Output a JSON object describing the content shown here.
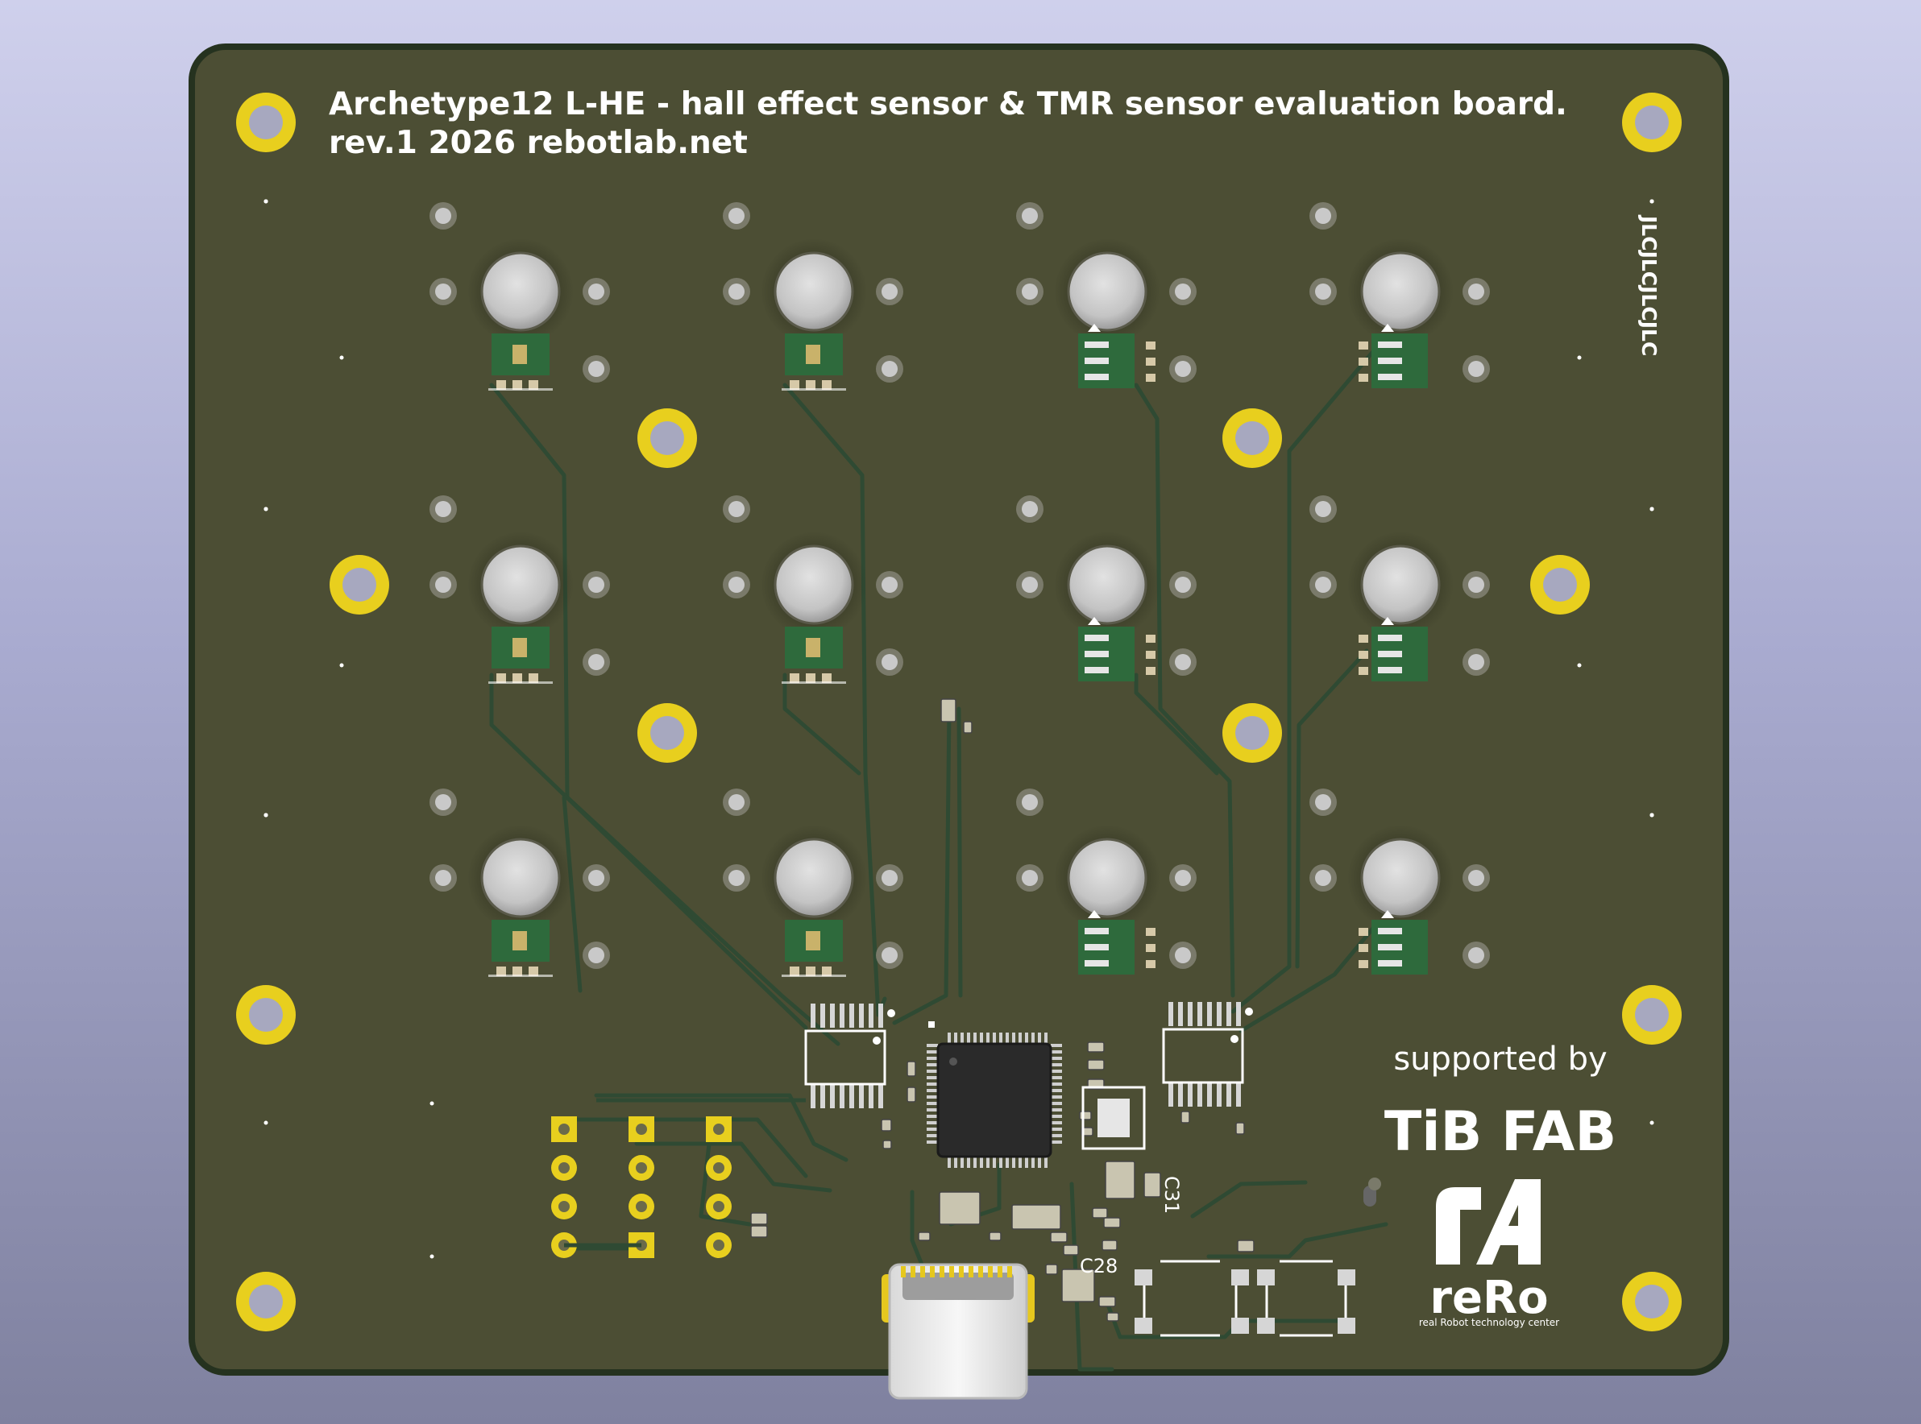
{
  "board": {
    "title_line1": "Archetype12 L-HE - hall effect sensor & TMR sensor evaluation board.",
    "title_line2": "rev.1 2026 rebotlab.net",
    "side_mark": "JLCJLCJLCJLC"
  },
  "silkscreen": {
    "c31": "C31",
    "c28": "C28"
  },
  "sponsor": {
    "supported_by": "supported by",
    "tib_fab": "TiB FAB",
    "rero_wordmark": "reRo",
    "rero_tagline": "real Robot technology center"
  },
  "colors": {
    "soldermask": "#4c4e34",
    "board_edge": "#25321f",
    "trace": "#2f4a33",
    "copper_pad": "#e8cf1e",
    "silk": "#ffffff",
    "led": "#cfcfcf"
  },
  "icons": {
    "rero_logo": "rA-logo-icon",
    "usb": "usb-c-connector-icon"
  }
}
